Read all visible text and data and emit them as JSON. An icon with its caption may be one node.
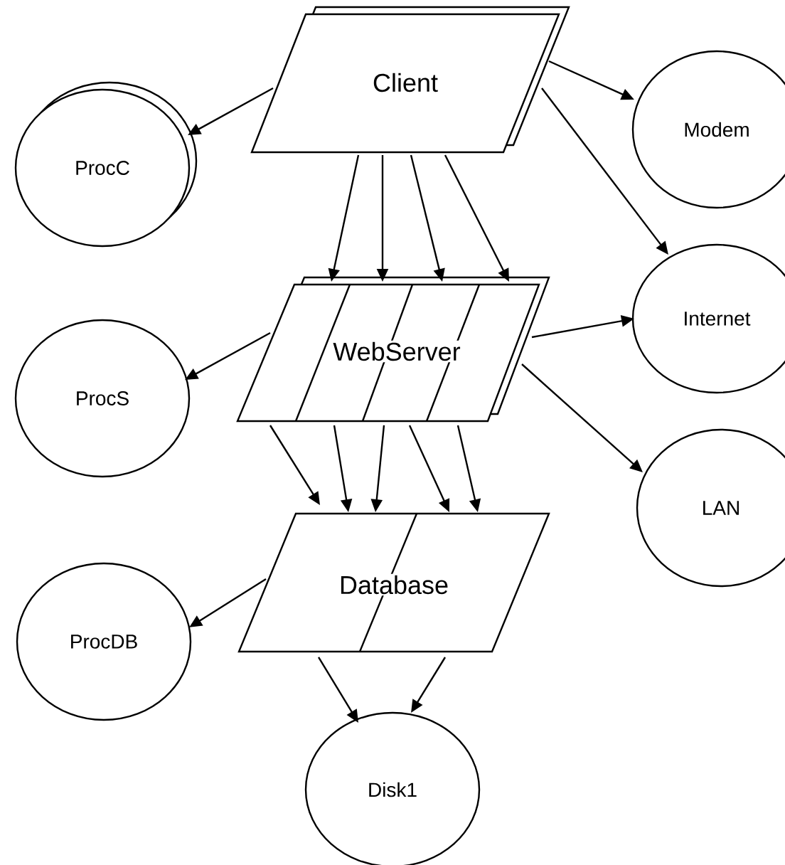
{
  "diagram": {
    "nodes": [
      {
        "text": [
          "Client"
        ]
      },
      {
        "text": [
          "ProcC"
        ]
      },
      {
        "text": [
          "Modem"
        ]
      },
      {
        "text": [
          "WebServer"
        ]
      },
      {
        "text": [
          "Internet"
        ]
      },
      {
        "text": [
          "ProcS"
        ]
      },
      {
        "text": [
          "LAN"
        ]
      },
      {
        "text": [
          "Database"
        ]
      },
      {
        "text": [
          "ProcDB"
        ]
      },
      {
        "text": [
          "Disk1"
        ]
      }
    ],
    "edges": [
      {
        "from": 0,
        "to": 1,
        "arrow": "to"
      },
      {
        "from": 0,
        "to": 2,
        "arrow": "to"
      },
      {
        "from": 0,
        "to": 4,
        "arrow": "to"
      },
      {
        "from": 0,
        "to": 3,
        "arrow": "to"
      },
      {
        "from": 0,
        "to": 3,
        "arrow": "to"
      },
      {
        "from": 0,
        "to": 3,
        "arrow": "to"
      },
      {
        "from": 0,
        "to": 3,
        "arrow": "to"
      },
      {
        "from": 3,
        "to": 5,
        "arrow": "to"
      },
      {
        "from": 3,
        "to": 4,
        "arrow": "to"
      },
      {
        "from": 3,
        "to": 6,
        "arrow": "to"
      },
      {
        "from": 3,
        "to": 7,
        "arrow": "to"
      },
      {
        "from": 3,
        "to": 7,
        "arrow": "to"
      },
      {
        "from": 3,
        "to": 7,
        "arrow": "to"
      },
      {
        "from": 3,
        "to": 7,
        "arrow": "to"
      },
      {
        "from": 3,
        "to": 7,
        "arrow": "to"
      },
      {
        "from": 7,
        "to": 8,
        "arrow": "to"
      },
      {
        "from": 7,
        "to": 9,
        "arrow": "to"
      },
      {
        "from": 7,
        "to": 9,
        "arrow": "to"
      }
    ]
  }
}
